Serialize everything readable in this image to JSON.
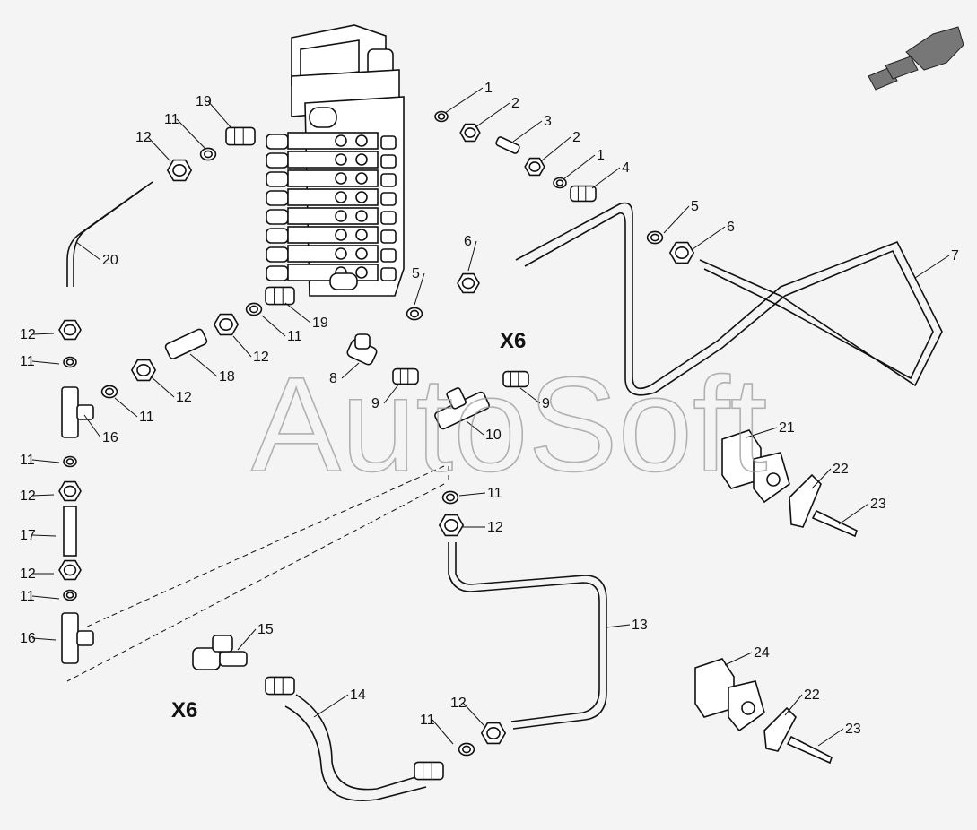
{
  "watermark": "AutoSoft",
  "view_labels": [
    "X6",
    "X6"
  ],
  "callouts": [
    "1",
    "2",
    "3",
    "2",
    "1",
    "4",
    "5",
    "6",
    "7",
    "19",
    "11",
    "12",
    "20",
    "12",
    "11",
    "16",
    "11",
    "12",
    "17",
    "12",
    "11",
    "16",
    "11",
    "12",
    "18",
    "12",
    "11",
    "19",
    "5",
    "6",
    "8",
    "9",
    "10",
    "9",
    "11",
    "12",
    "13",
    "15",
    "14",
    "11",
    "12",
    "21",
    "22",
    "23",
    "24",
    "22",
    "23"
  ],
  "direction_arrow": "arrow-icon"
}
